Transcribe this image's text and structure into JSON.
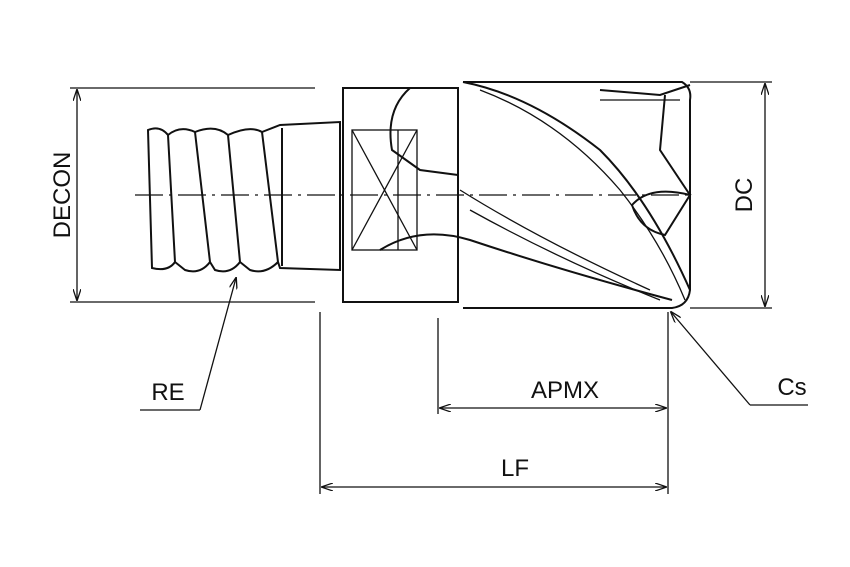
{
  "title": "Milling head dimension drawing",
  "labels": {
    "decon": "DECON",
    "dc": "DC",
    "re": "RE",
    "apmx": "APMX",
    "cs": "Cs",
    "lf": "LF"
  },
  "colors": {
    "line": "#111111",
    "background": "#ffffff"
  }
}
